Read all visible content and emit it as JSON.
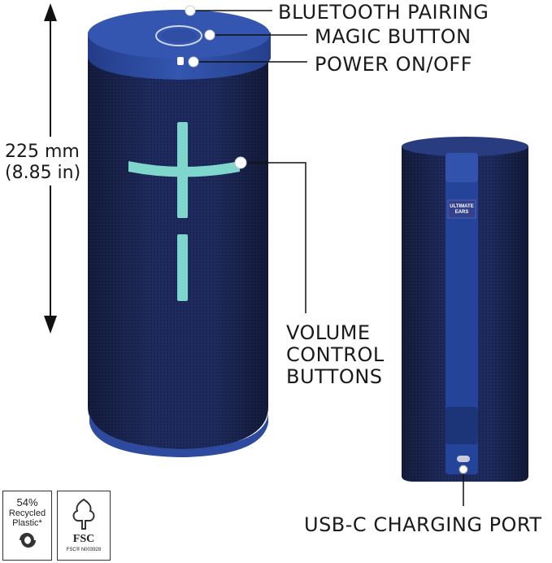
{
  "callouts": {
    "bluetooth": "BLUETOOTH PAIRING",
    "magic": "MAGIC BUTTON",
    "power": "POWER ON/OFF",
    "volume": [
      "VOLUME",
      "CONTROL",
      "BUTTONS"
    ],
    "usb": "USB-C CHARGING PORT"
  },
  "dimension": {
    "metric": "225 mm",
    "imperial": "(8.85 in)"
  },
  "brand_label": [
    "ULTIMATE",
    "EARS"
  ],
  "badges": {
    "recycled": [
      "54%",
      "Recycled",
      "Plastic*"
    ],
    "fsc_logo_text": "FSC",
    "fsc_code": "FSC® N003928"
  },
  "colors": {
    "speaker_body": "#1e2a5c",
    "speaker_cap": "#2e4a9e",
    "accent_cross": "#7fd6cc",
    "strap": "#24449a"
  }
}
